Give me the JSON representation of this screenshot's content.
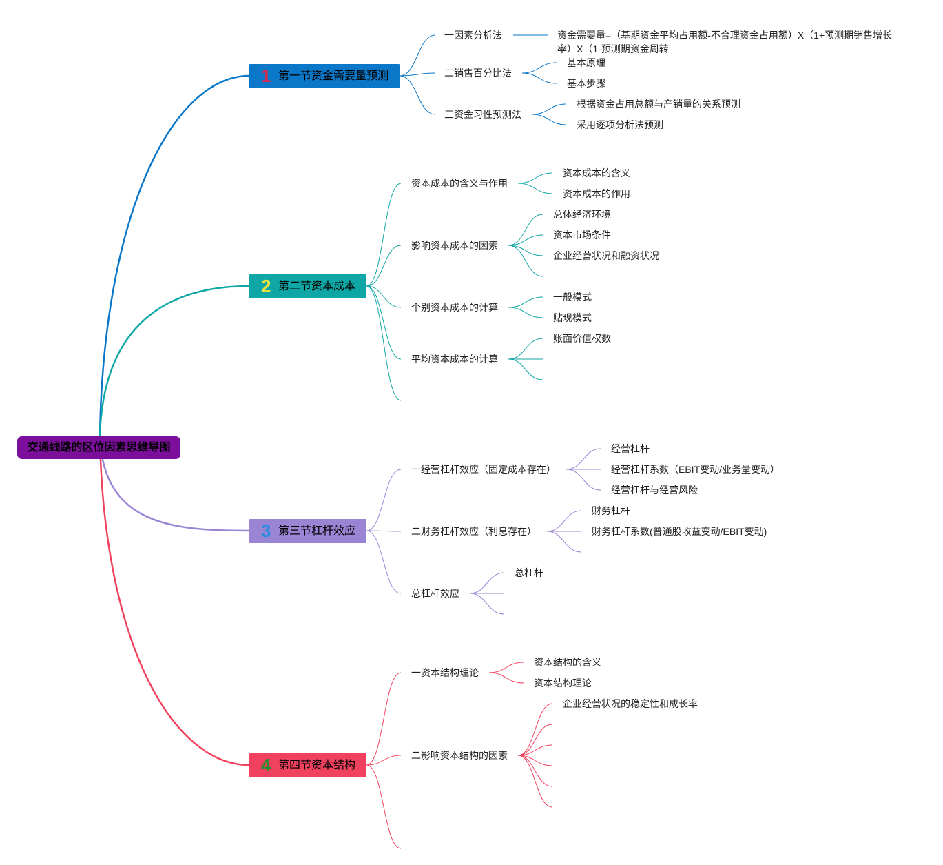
{
  "root": {
    "title": "交通线路的区位因素思维导图",
    "color": "#7B0F9C"
  },
  "sections": [
    {
      "num": "1",
      "title": "第一节资金需要量预测",
      "color": "#0A77C9",
      "num_color": "#D62A4E",
      "topics": [
        {
          "label": "一因素分析法",
          "children": [
            "资金需要量=（基期资金平均占用额-不合理资金占用额）X（1+预测期销售增长率）X（1-预测期资金周转"
          ]
        },
        {
          "label": "二销售百分比法",
          "children": [
            "基本原理",
            "基本步骤"
          ]
        },
        {
          "label": "三资金习性预测法",
          "children": [
            "根据资金占用总额与产销量的关系预测",
            "采用逐项分析法预测"
          ]
        }
      ]
    },
    {
      "num": "2",
      "title": "第二节资本成本",
      "color": "#0FA7A5",
      "num_color": "#F2E33A",
      "topics": [
        {
          "label": "资本成本的含义与作用",
          "children": [
            "资本成本的含义",
            "资本成本的作用"
          ]
        },
        {
          "label": "影响资本成本的因素",
          "children": [
            "总体经济环境",
            "资本市场条件",
            "企业经营状况和融资状况",
            ""
          ]
        },
        {
          "label": "个别资本成本的计算",
          "children": [
            "一般模式",
            "贴现模式"
          ]
        },
        {
          "label": "平均资本成本的计算",
          "children": [
            "账面价值权数",
            "",
            ""
          ]
        },
        {
          "label": "",
          "children": []
        }
      ]
    },
    {
      "num": "3",
      "title": "第三节杠杆效应",
      "color": "#9A84D4",
      "num_color": "#2F8BE0",
      "topics": [
        {
          "label": "一经营杠杆效应（固定成本存在）",
          "children": [
            "经营杠杆",
            "经营杠杆系数（EBIT变动/业务量变动）",
            "经营杠杆与经营风险"
          ]
        },
        {
          "label": "二财务杠杆效应（利息存在）",
          "children": [
            "财务杠杆",
            "财务杠杆系数(普通股收益变动/EBIT变动)",
            ""
          ]
        },
        {
          "label": "总杠杆效应",
          "children": [
            "总杠杆",
            "",
            ""
          ]
        }
      ]
    },
    {
      "num": "4",
      "title": "第四节资本结构",
      "color": "#F0415E",
      "num_color": "#2E8B2E",
      "topics": [
        {
          "label": "一资本结构理论",
          "children": [
            "资本结构的含义",
            "资本结构理论"
          ]
        },
        {
          "label": "二影响资本结构的因素",
          "children": [
            "企业经营状况的稳定性和成长率",
            "",
            "",
            "",
            "",
            ""
          ]
        },
        {
          "label": "",
          "children": []
        }
      ]
    }
  ]
}
